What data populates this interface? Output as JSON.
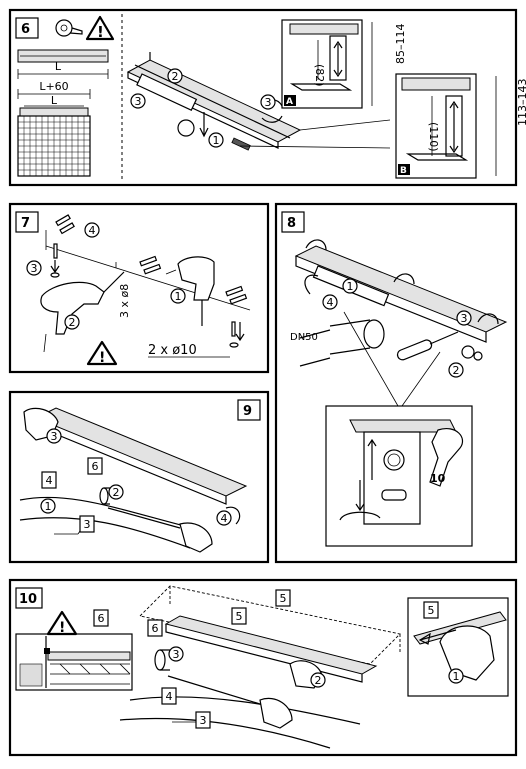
{
  "steps": {
    "s6": {
      "number": "6",
      "dim_L": "L",
      "dim_L60": "L+60",
      "dim_L_inner": "L",
      "callout_1": "1",
      "callout_2": "2",
      "callout_3a": "3",
      "callout_3b": "3",
      "inset_a": {
        "tag": "A",
        "dim_height": "(82)",
        "dim_range": "85–114"
      },
      "inset_b": {
        "tag": "B",
        "dim_height": "(110)",
        "dim_range": "113–143"
      }
    },
    "s7": {
      "number": "7",
      "callout_1": "1",
      "callout_2": "2",
      "callout_3": "3",
      "callout_4": "4",
      "drill_depth": "3 x ø8",
      "holes": "2 x ø10"
    },
    "s8": {
      "number": "8",
      "callout_1": "1",
      "callout_2": "2",
      "callout_3": "3",
      "callout_4": "4",
      "pipe_label": "DN50",
      "wrench_size": "10"
    },
    "s9": {
      "number": "9",
      "callout_1": "1",
      "callout_2": "2",
      "callout_3": "3",
      "callout_4": "4",
      "box_3": "3",
      "box_4": "4",
      "box_6": "6"
    },
    "s10": {
      "number": "10",
      "callout_1": "1",
      "callout_2": "2",
      "callout_3": "3",
      "box_3": "3",
      "box_4": "4",
      "box_5a": "5",
      "box_5b": "5",
      "box_5c": "5",
      "box_6a": "6",
      "box_6b": "6"
    }
  },
  "icons": {
    "warning": "warning-triangle-icon",
    "tape": "tape-measure-icon"
  }
}
